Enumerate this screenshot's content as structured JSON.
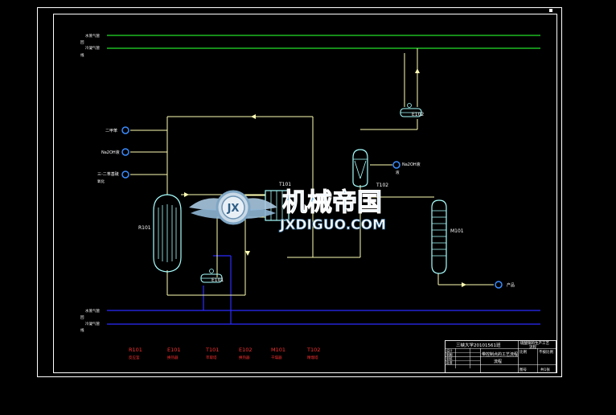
{
  "colors": {
    "background": "#000000",
    "frame": "#ffffff",
    "pipe_yellow": "#ffffb4",
    "pipe_green": "#22e02a",
    "pipe_blue": "#2b2bff",
    "equipment": "#a8ffff",
    "feed": "#3a8cff",
    "watermark_cn": "#5fa8d8",
    "watermark_en": "#ffffff"
  },
  "utility_lines": {
    "top_1": "水蒸气管",
    "top_2": "回",
    "top_3": "冷凝气管",
    "top_4": "线",
    "bottom_1": "水蒸气管",
    "bottom_2": "回",
    "bottom_3": "冷凝气管",
    "bottom_4": "线"
  },
  "feeds": [
    {
      "label": "二甲苯",
      "sub": ""
    },
    {
      "label": "Na2OH液",
      "sub": ""
    },
    {
      "label": "三-二苯基硫",
      "sub": "氧化"
    }
  ],
  "equipment_labels": {
    "r101": "R101",
    "t101": "T101",
    "t102": "T102",
    "m101": "M101",
    "e101": "E101",
    "e102": "E102",
    "naoh_right": "Na2OH液",
    "naoh_right_sub": "液",
    "product": "产品"
  },
  "legend": [
    {
      "code": "R101",
      "name": "反应釜"
    },
    {
      "code": "E101",
      "name": "换热器"
    },
    {
      "code": "T101",
      "name": "萃取塔"
    },
    {
      "code": "E102",
      "name": "换热器"
    },
    {
      "code": "M101",
      "name": "干燥器"
    },
    {
      "code": "T102",
      "name": "精馏塔"
    }
  ],
  "title_block": {
    "school": "三峡大学20101561班",
    "project": "硫酸铜的生产工艺",
    "project_sub": "流程",
    "drawing": "带控制点的工艺流程",
    "drawing_sub": "流程",
    "scale_label": "比例",
    "scale_value": "不按比例",
    "sheet_label": "图号",
    "sheet_value": "共1张",
    "r1": "设计",
    "r2": "制图",
    "r3": "审核",
    "r4": "批准"
  },
  "watermark": {
    "logo_letters": "JX",
    "title_cn": "机械帝国",
    "title_en": "JXDIGUO.COM"
  }
}
